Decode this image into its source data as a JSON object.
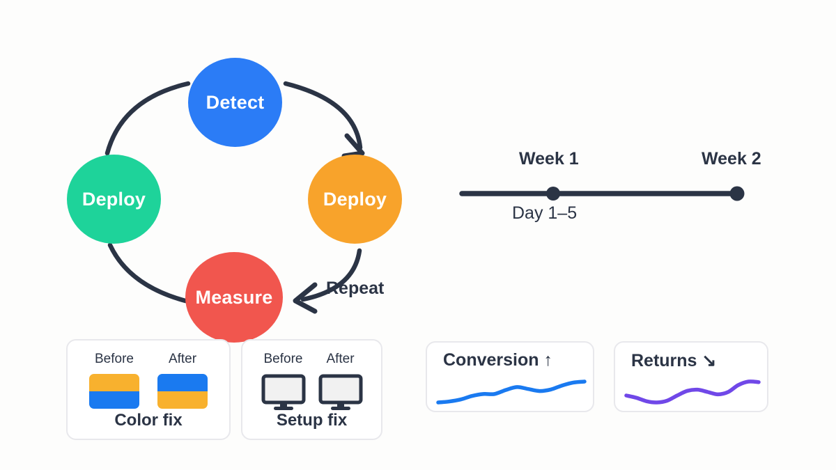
{
  "background_color": "#fdfdfc",
  "ink_color": "#2b3445",
  "cycle": {
    "name": "detect-deploy-measure-deploy-cycle",
    "repeat_label": "Repeat",
    "nodes": [
      {
        "label": "Detect",
        "color": "#2b7cf6",
        "position": "top"
      },
      {
        "label": "Deploy",
        "color": "#f8a32b",
        "position": "right"
      },
      {
        "label": "Measure",
        "color": "#f1564e",
        "position": "bottom"
      },
      {
        "label": "Deploy",
        "color": "#1ed39a",
        "position": "left"
      }
    ],
    "arc_color": "#2b3445"
  },
  "timeline": {
    "name": "two-week-timeline",
    "line_color": "#2b3445",
    "week1_label": "Week 1",
    "week2_label": "Week 2",
    "day_range_label": "Day 1–5",
    "markers": [
      {
        "label": "Week 1",
        "position_pct": 33
      },
      {
        "label": "Week 2",
        "position_pct": 99
      }
    ]
  },
  "fix_cards": [
    {
      "name": "color-fix",
      "caption": "Color fix",
      "before_label": "Before",
      "after_label": "After",
      "before_top_color": "#f8b12e",
      "before_bottom_color": "#1a7af0",
      "after_top_color": "#1a7af0",
      "after_bottom_color": "#f8b12e"
    },
    {
      "name": "setup-fix",
      "caption": "Setup fix",
      "before_label": "Before",
      "after_label": "After",
      "icon": "monitor-icon",
      "icon_color": "#2b3445",
      "screen_color": "#f1f1f1"
    }
  ],
  "metric_cards": [
    {
      "name": "conversion-metric",
      "title": "Conversion ↑",
      "trend": "up",
      "trend_icon": "arrow-up-icon",
      "line_color": "#1a7af0",
      "sparkline": [
        18,
        20,
        24,
        31,
        35,
        35,
        43,
        49,
        45,
        41,
        44,
        52,
        58,
        60
      ]
    },
    {
      "name": "returns-metric",
      "title": "Returns ↘",
      "trend": "down",
      "trend_icon": "arrow-down-right-icon",
      "line_color": "#7048e8",
      "sparkline": [
        34,
        30,
        24,
        22,
        25,
        34,
        42,
        44,
        40,
        36,
        40,
        52,
        58,
        57
      ]
    }
  ]
}
